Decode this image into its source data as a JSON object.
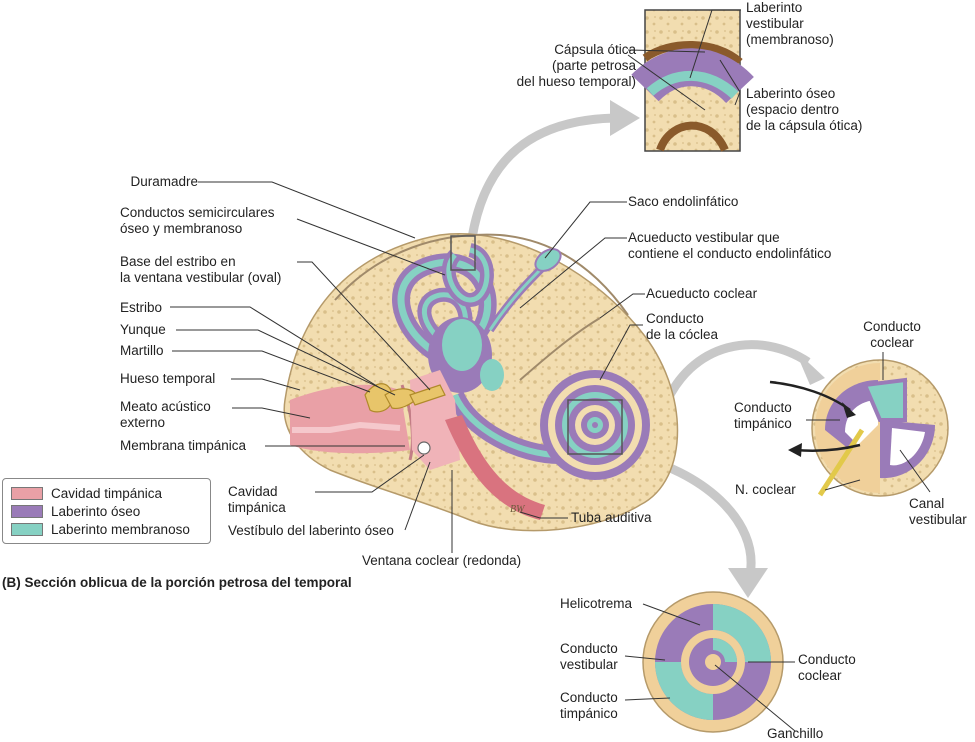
{
  "caption": "(B) Sección oblicua de la porción petrosa del temporal",
  "legend": [
    {
      "label": "Cavidad timpánica",
      "color": "#e9a0a6"
    },
    {
      "label": "Laberinto óseo",
      "color": "#9a7bb8"
    },
    {
      "label": "Laberinto membranoso",
      "color": "#86d1c3"
    }
  ],
  "colors": {
    "bone": "#f2ddb0",
    "bone_dots": "#d9bf8a",
    "bony_labyrinth": "#9a7bb8",
    "membranous_labyrinth": "#86d1c3",
    "tympanic": "#e9a0a6",
    "capsule": "#8a5a2b",
    "arrow": "#c8c8c8"
  },
  "labels": {
    "duramadre": "Duramadre",
    "conductos_semicirculares": "Conductos semicirculares\nóseo y membranoso",
    "base_estribo": "Base del estribo en\nla ventana vestibular (oval)",
    "estribo": "Estribo",
    "yunque": "Yunque",
    "martillo": "Martillo",
    "hueso_temporal": "Hueso temporal",
    "meato": "Meato acústico\nexterno",
    "membrana_timpanica": "Membrana timpánica",
    "cavidad_timpanica": "Cavidad\ntimpánica",
    "vestibulo": "Vestíbulo del laberinto óseo",
    "ventana_coclear": "Ventana coclear (redonda)",
    "tuba_auditiva": "Tuba auditiva",
    "saco_endolinfatico": "Saco endolinfático",
    "acueducto_vestibular": "Acueducto vestibular que\ncontiene el conducto endolinfático",
    "acueducto_coclear": "Acueducto coclear",
    "conducto_coclea": "Conducto\nde la cóclea",
    "capsula_otica": "Cápsula ótica\n(parte petrosa\ndel hueso temporal)",
    "laberinto_vestibular": "Laberinto\nvestibular\n(membranoso)",
    "laberinto_oseo": "Laberinto óseo\n(espacio dentro\nde la cápsula ótica)",
    "conducto_coclear_top": "Conducto\ncoclear",
    "conducto_timpanico_right": "Conducto\ntimpánico",
    "n_coclear": "N. coclear",
    "canal_vestibular": "Canal\nvestibular",
    "helicotrema": "Helicotrema",
    "conducto_vestibular": "Conducto\nvestibular",
    "conducto_timpanico_bottom": "Conducto\ntimpánico",
    "conducto_coclear_bottom": "Conducto\ncoclear",
    "ganchillo": "Ganchillo",
    "signature": "BW"
  }
}
